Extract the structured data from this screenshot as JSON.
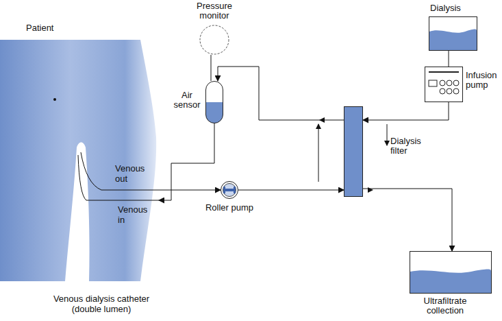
{
  "diagram": {
    "nodes": [
      {
        "text": [
          "Patient"
        ]
      },
      {
        "text": [
          "Pressure monitor"
        ]
      },
      {
        "text": [
          "Dialysis"
        ]
      },
      {
        "text": [
          "Air sensor"
        ]
      },
      {
        "text": [
          "Infusion pump"
        ]
      },
      {
        "text": [
          "Dialysis filter"
        ]
      },
      {
        "text": [
          "Roller pump"
        ]
      },
      {
        "text": [
          "Ultrafiltrate collection"
        ]
      }
    ],
    "edges": [
      {
        "from": 0,
        "to": 6,
        "arrow": "to"
      },
      {
        "from": 6,
        "to": 5,
        "arrow": "to"
      },
      {
        "from": 5,
        "to": 3,
        "arrow": "to"
      },
      {
        "from": 3,
        "to": 0,
        "arrow": "to"
      },
      {
        "from": 1,
        "to": 3,
        "arrow": "none"
      },
      {
        "from": 2,
        "to": 4,
        "arrow": "none"
      },
      {
        "from": 4,
        "to": 5,
        "arrow": "to"
      },
      {
        "from": 5,
        "to": 7,
        "arrow": "to"
      }
    ],
    "labels": [
      "Venous out",
      "Venous in",
      "Venous dialysis catheter (double lumen)"
    ]
  }
}
